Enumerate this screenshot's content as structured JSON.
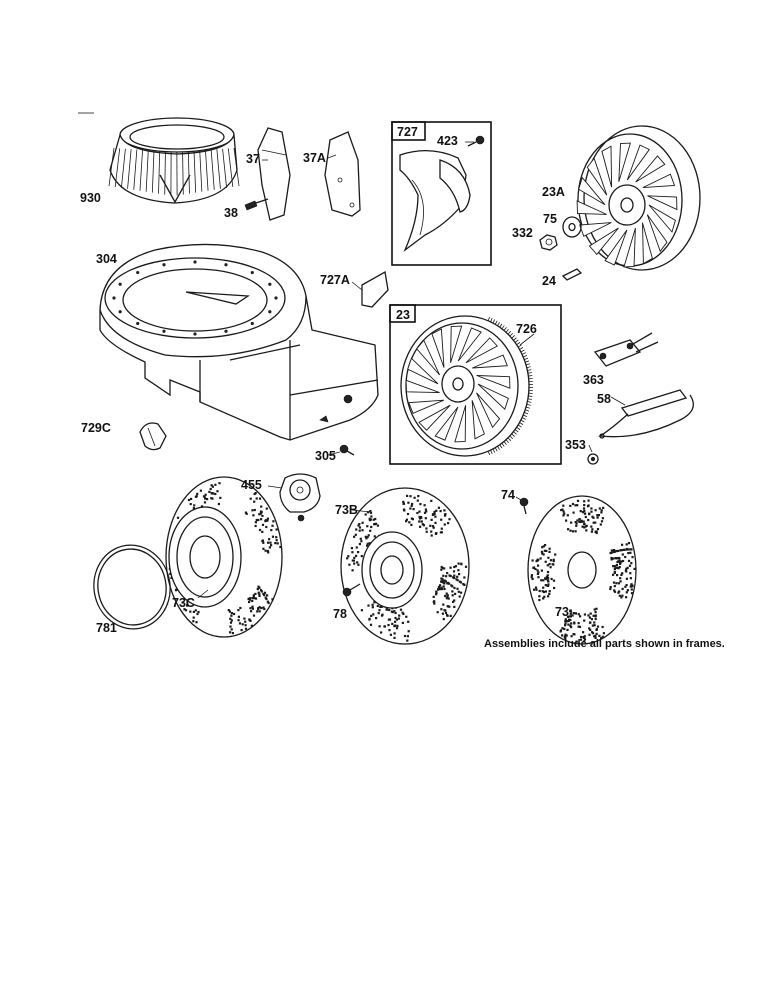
{
  "labels": {
    "p930": "930",
    "p37": "37",
    "p37a": "37A",
    "p38": "38",
    "p727": "727",
    "p423": "423",
    "p23a": "23A",
    "p75": "75",
    "p332": "332",
    "p24": "24",
    "p304": "304",
    "p727a": "727A",
    "p23": "23",
    "p726": "726",
    "p363": "363",
    "p58": "58",
    "p353": "353",
    "p729c": "729C",
    "p305": "305",
    "p455": "455",
    "p73b": "73B",
    "p74": "74",
    "p73c": "73C",
    "p781": "781",
    "p78": "78",
    "p73": "73"
  },
  "note": "Assemblies include all parts shown in frames."
}
